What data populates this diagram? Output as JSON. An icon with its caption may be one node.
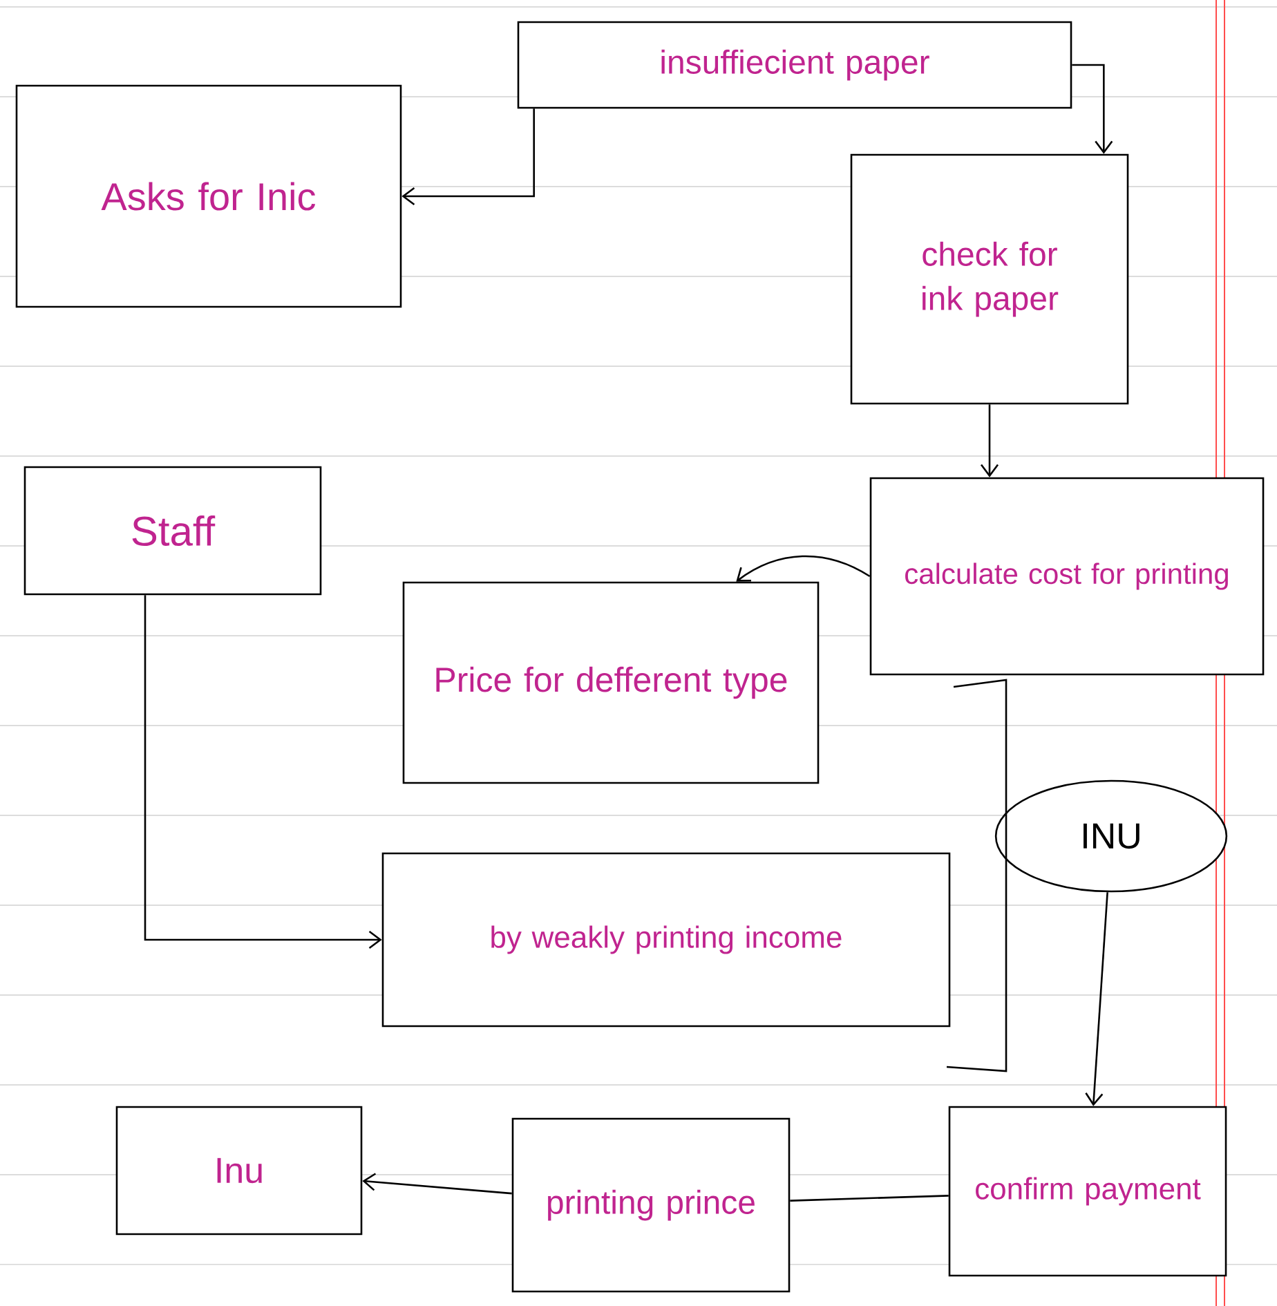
{
  "diagram": {
    "nodes": [
      {
        "text": [
          "insuffiecient paper"
        ]
      },
      {
        "text": [
          "Asks for Inic"
        ]
      },
      {
        "text": [
          "check for ink paper"
        ]
      },
      {
        "text": [
          "Staff"
        ]
      },
      {
        "text": [
          "calculate cost for printing"
        ]
      },
      {
        "text": [
          "Price for defferent type"
        ]
      },
      {
        "text": [
          "INU"
        ]
      },
      {
        "text": [
          "by weakly printing income"
        ]
      },
      {
        "text": [
          "Inu"
        ]
      },
      {
        "text": [
          "printing prince"
        ]
      },
      {
        "text": [
          "confirm payment"
        ]
      }
    ],
    "edges": [
      {
        "from": 0,
        "to": 1,
        "arrow": "to"
      },
      {
        "from": 0,
        "to": 2,
        "arrow": "to"
      },
      {
        "from": 2,
        "to": 4,
        "arrow": "to"
      },
      {
        "from": 4,
        "to": 5,
        "arrow": "to"
      },
      {
        "from": 3,
        "to": 7,
        "arrow": "to"
      },
      {
        "from": 6,
        "to": 10,
        "arrow": "to"
      },
      {
        "from": 9,
        "to": 10,
        "arrow": "none"
      },
      {
        "from": 9,
        "to": 8,
        "arrow": "to"
      }
    ]
  }
}
